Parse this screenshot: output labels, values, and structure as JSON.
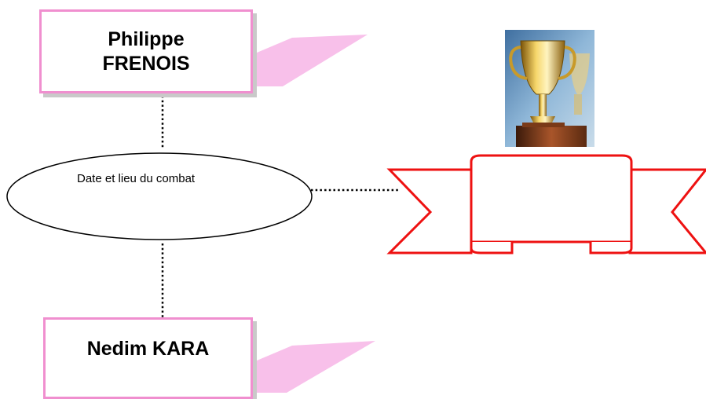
{
  "diagram": {
    "competitor_top": {
      "line1": "Philippe",
      "line2": "FRENOIS"
    },
    "competitor_bottom": {
      "name": "Nedim KARA"
    },
    "event": {
      "label": "Date et lieu du combat"
    },
    "colors": {
      "box_border": "#f08fcf",
      "flag_fill": "#f8c0ea",
      "ribbon_stroke": "#ee1111",
      "connector": "#000000"
    },
    "icons": {
      "trophy": "trophy-icon"
    }
  }
}
